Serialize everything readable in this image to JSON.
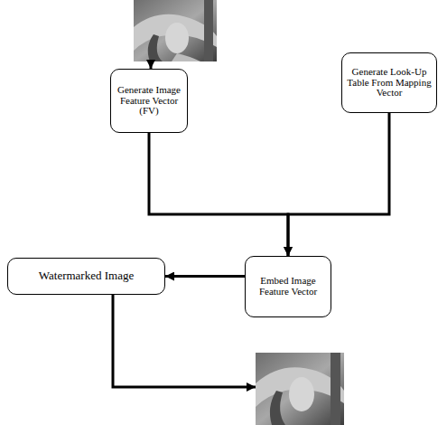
{
  "diagram": {
    "nodes": [
      {
        "text": [
          "Generate Image Feature Vector (FV)"
        ]
      },
      {
        "text": [
          "Generate Look-Up Table From Mapping Vector"
        ]
      },
      {
        "text": [
          "Watermarked Image"
        ]
      },
      {
        "text": [
          "Embed Image Feature Vector"
        ]
      }
    ],
    "edges": [
      {
        "from": 0,
        "to": 3,
        "arrow": "to"
      },
      {
        "from": 1,
        "to": 3,
        "arrow": "to"
      },
      {
        "from": 3,
        "to": 2,
        "arrow": "to"
      }
    ]
  }
}
